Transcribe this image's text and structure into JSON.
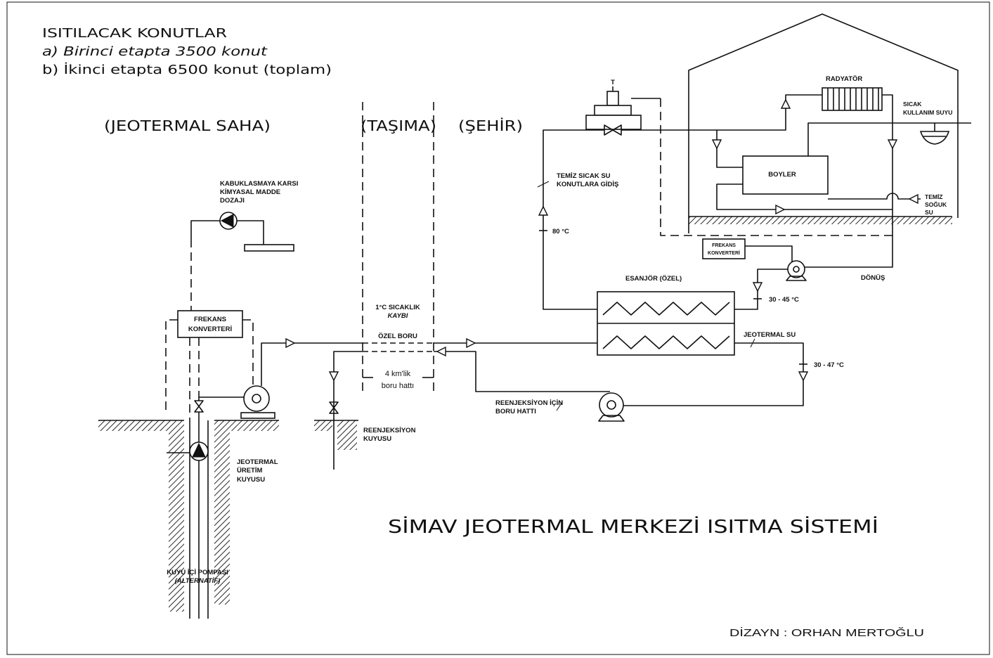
{
  "header": {
    "title": "ISITILACAK KONUTLAR",
    "stage_a": "a) Birinci etapta 3500 konut",
    "stage_b": "b) İkinci etapta 6500 konut (toplam)"
  },
  "zones": {
    "field": "(JEOTERMAL SAHA)",
    "transport": "(TAŞIMA)",
    "city": "(ŞEHİR)"
  },
  "field": {
    "dosing": [
      "KABUKLASMAYA KARSI",
      "KİMYASAL MADDE",
      "DOZAJI"
    ],
    "converter": [
      "FREKANS",
      "KONVERTERİ"
    ],
    "production_well": [
      "JEOTERMAL",
      "ÜRETİM",
      "KUYUSU"
    ],
    "downhole_pump": [
      "KUYU İÇİ POMPASI",
      "(ALTERNATİF)"
    ],
    "reinjection_well": [
      "REENJEKSİYON",
      "KUYUSU"
    ]
  },
  "transport": {
    "heat_loss": [
      "1°C SICAKLIK",
      "KAYBI"
    ],
    "pipe_type": "ÖZEL BORU",
    "length": "4 km'lik",
    "line": "boru hattı"
  },
  "city": {
    "supply": [
      "TEMİZ SICAK SU",
      "KONUTLARA GİDİŞ"
    ],
    "supply_temp": "80 °C",
    "reinjection_line": [
      "REENJEKSİYON İÇİN",
      "BORU HATTI"
    ],
    "exchanger": "ESANJÖR (ÖZEL)",
    "geo_water": "JEOTERMAL SU",
    "geo_return_temp": "30 - 47 °C",
    "return_temp": "30 - 45 °C",
    "converter": [
      "FREKANS",
      "KONVERTERİ"
    ],
    "return": "DÖNÜŞ",
    "thermostat": "T",
    "radiator": "RADYATÖR",
    "hot_water": [
      "SICAK",
      "KULLANIM SUYU"
    ],
    "boiler": "BOYLER",
    "cold_water": [
      "TEMİZ",
      "SOĞUK",
      "SU"
    ]
  },
  "title": "SİMAV JEOTERMAL MERKEZİ ISITMA SİSTEMİ",
  "credit": "DİZAYN : ORHAN MERTOĞLU"
}
